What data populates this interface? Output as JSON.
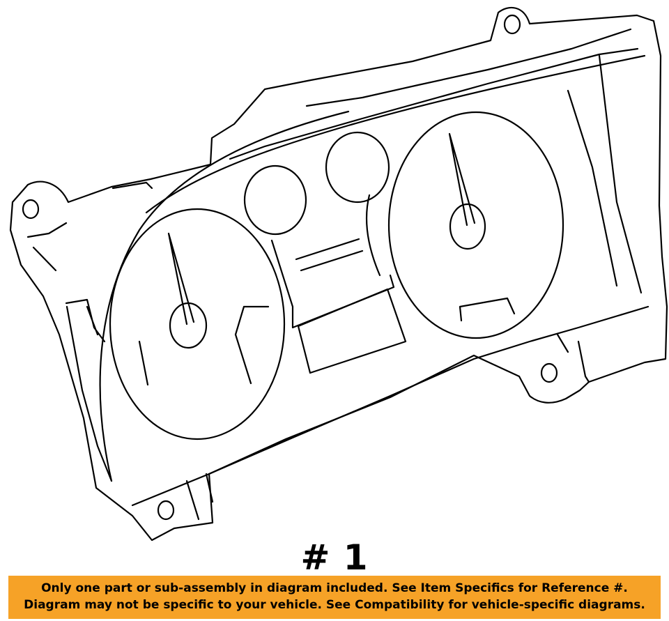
{
  "part_number_label": "# 1",
  "disclaimer": {
    "line1": "Only one part or sub-assembly in diagram included. See Item Specifics for Reference #.",
    "line2": "Diagram may not be specific to your vehicle. See Compatibility for vehicle-specific diagrams."
  },
  "colors": {
    "banner_background": "#f6a227",
    "banner_text": "#000000",
    "line_art": "#000000",
    "background": "#ffffff"
  }
}
